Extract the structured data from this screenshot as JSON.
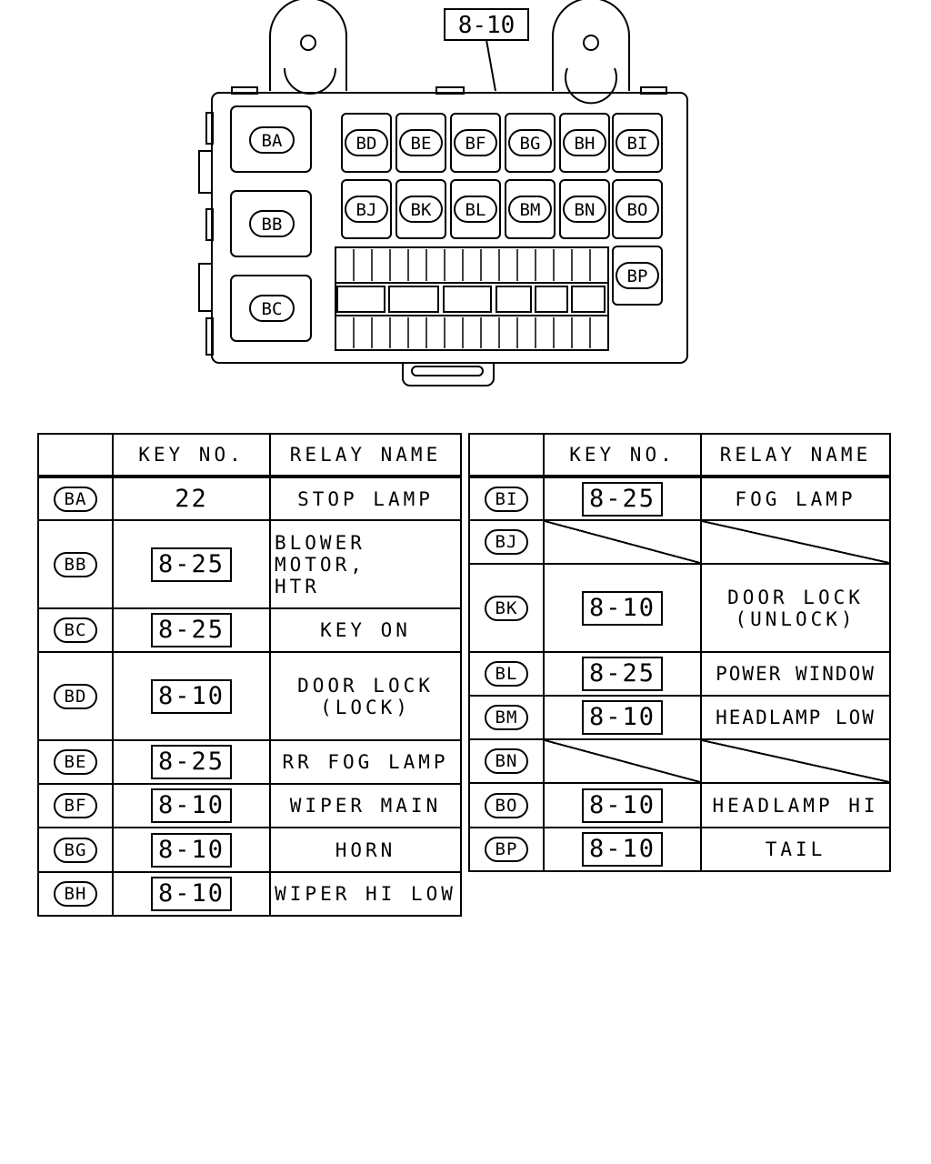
{
  "diagram": {
    "ref_label": "8-10",
    "relays": {
      "BA": "BA",
      "BB": "BB",
      "BC": "BC",
      "BD": "BD",
      "BE": "BE",
      "BF": "BF",
      "BG": "BG",
      "BH": "BH",
      "BI": "BI",
      "BJ": "BJ",
      "BK": "BK",
      "BL": "BL",
      "BM": "BM",
      "BN": "BN",
      "BO": "BO",
      "BP": "BP"
    }
  },
  "headers": {
    "id": "",
    "key_no": "KEY NO.",
    "relay_name": "RELAY NAME"
  },
  "table_left": [
    {
      "id": "BA",
      "key": "22",
      "boxed": false,
      "name": "STOP LAMP"
    },
    {
      "id": "BB",
      "key": "8-25",
      "boxed": true,
      "name_line1": "BLOWER MOTOR,",
      "name_line2": "HTR"
    },
    {
      "id": "BC",
      "key": "8-25",
      "boxed": true,
      "name": "KEY ON"
    },
    {
      "id": "BD",
      "key": "8-10",
      "boxed": true,
      "name_line1": "DOOR LOCK",
      "name_line2": "(LOCK)"
    },
    {
      "id": "BE",
      "key": "8-25",
      "boxed": true,
      "name": "RR FOG LAMP"
    },
    {
      "id": "BF",
      "key": "8-10",
      "boxed": true,
      "name": "WIPER MAIN"
    },
    {
      "id": "BG",
      "key": "8-10",
      "boxed": true,
      "name": "HORN"
    },
    {
      "id": "BH",
      "key": "8-10",
      "boxed": true,
      "name": "WIPER HI LOW"
    }
  ],
  "table_right": [
    {
      "id": "BI",
      "key": "8-25",
      "boxed": true,
      "name": "FOG LAMP"
    },
    {
      "id": "BJ",
      "key": null,
      "name": null
    },
    {
      "id": "BK",
      "key": "8-10",
      "boxed": true,
      "name_line1": "DOOR LOCK",
      "name_line2": "(UNLOCK)"
    },
    {
      "id": "BL",
      "key": "8-25",
      "boxed": true,
      "name": "POWER WINDOW"
    },
    {
      "id": "BM",
      "key": "8-10",
      "boxed": true,
      "name": "HEADLAMP LOW"
    },
    {
      "id": "BN",
      "key": null,
      "name": null
    },
    {
      "id": "BO",
      "key": "8-10",
      "boxed": true,
      "name": "HEADLAMP HI"
    },
    {
      "id": "BP",
      "key": "8-10",
      "boxed": true,
      "name": "TAIL"
    }
  ]
}
